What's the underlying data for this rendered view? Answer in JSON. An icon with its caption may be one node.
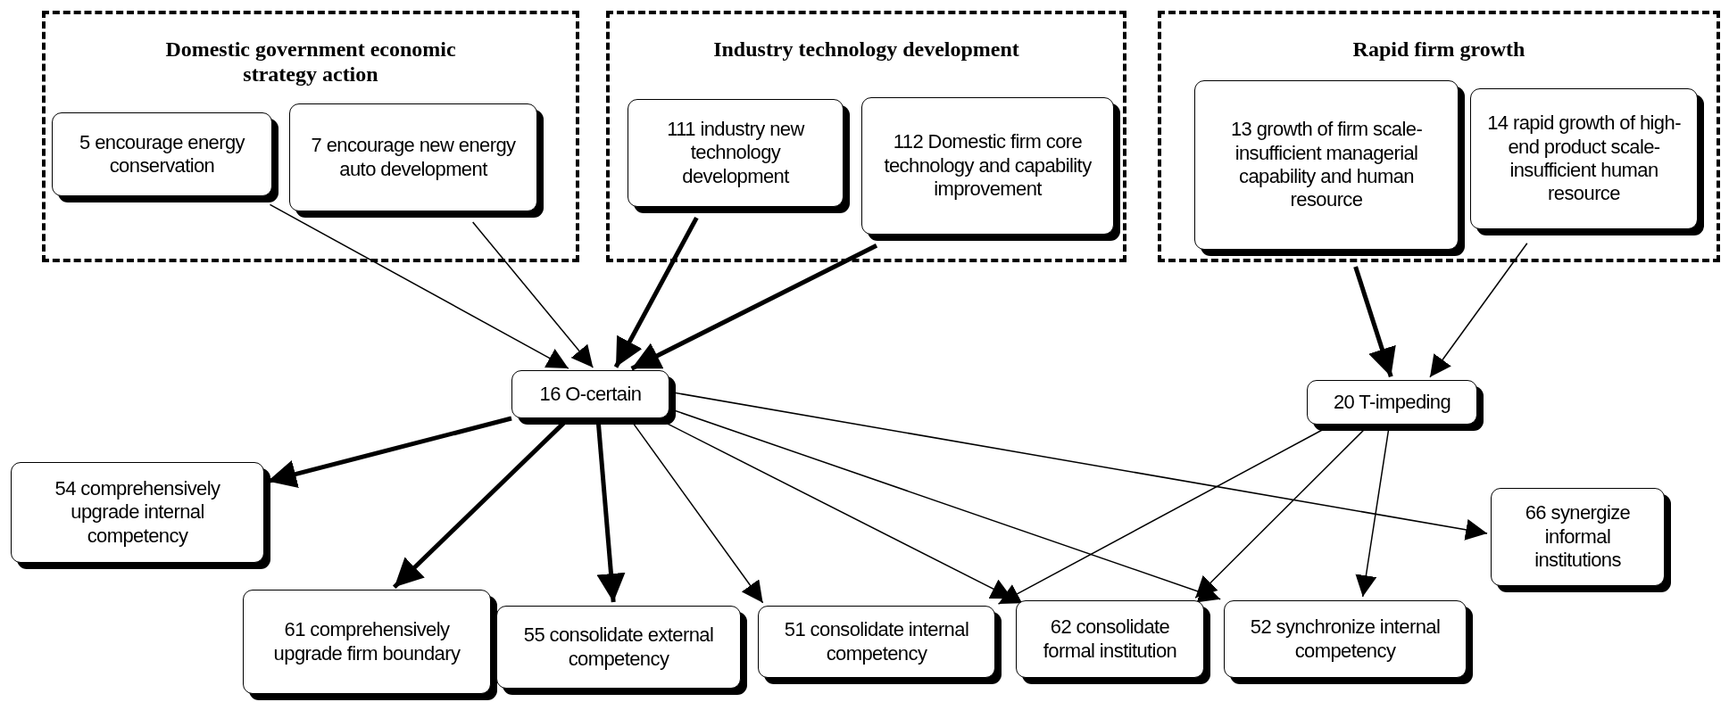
{
  "diagram": {
    "nodes": [
      {
        "text": [
          "Domestic government economic strategy action"
        ]
      },
      {
        "text": [
          "5 encourage energy conservation"
        ],
        "in": 0
      },
      {
        "text": [
          "7 encourage new energy auto development"
        ],
        "in": 0
      },
      {
        "text": [
          "Industry technology development"
        ]
      },
      {
        "text": [
          "111 industry new technology development"
        ],
        "in": 3
      },
      {
        "text": [
          "112 Domestic firm core technology and capability improvement"
        ],
        "in": 3
      },
      {
        "text": [
          "Rapid firm growth"
        ]
      },
      {
        "text": [
          "13 growth of firm scale-insufficient managerial capability and human resource"
        ],
        "in": 6
      },
      {
        "text": [
          "14 rapid growth of high-end product scale-insufficient human resource"
        ],
        "in": 6
      },
      {
        "text": [
          "16 O-certain"
        ]
      },
      {
        "text": [
          "20 T-impeding"
        ]
      },
      {
        "text": [
          "54 comprehensively upgrade internal competency"
        ]
      },
      {
        "text": [
          "66 synergize informal institutions"
        ]
      },
      {
        "text": [
          "61 comprehensively upgrade firm boundary"
        ]
      },
      {
        "text": [
          "55 consolidate external competency"
        ]
      },
      {
        "text": [
          "51 consolidate internal competency"
        ]
      },
      {
        "text": [
          "62 consolidate formal institution"
        ]
      },
      {
        "text": [
          "52 synchronize internal competency"
        ]
      }
    ],
    "edges": [
      {
        "from": 1,
        "to": 9,
        "arrow": "to"
      },
      {
        "from": 2,
        "to": 9,
        "arrow": "to"
      },
      {
        "from": 4,
        "to": 9,
        "arrow": "to",
        "style": "thick"
      },
      {
        "from": 5,
        "to": 9,
        "arrow": "to",
        "style": "thick"
      },
      {
        "from": 7,
        "to": 10,
        "arrow": "to",
        "style": "thick"
      },
      {
        "from": 8,
        "to": 10,
        "arrow": "to"
      },
      {
        "from": 9,
        "to": 11,
        "arrow": "to",
        "style": "thick"
      },
      {
        "from": 9,
        "to": 13,
        "arrow": "to",
        "style": "thick"
      },
      {
        "from": 9,
        "to": 14,
        "arrow": "to",
        "style": "thick"
      },
      {
        "from": 9,
        "to": 15,
        "arrow": "to"
      },
      {
        "from": 9,
        "to": 16,
        "arrow": "to"
      },
      {
        "from": 9,
        "to": 17,
        "arrow": "to"
      },
      {
        "from": 9,
        "to": 12,
        "arrow": "to"
      },
      {
        "from": 10,
        "to": 15,
        "arrow": "to"
      },
      {
        "from": 10,
        "to": 16,
        "arrow": "to"
      },
      {
        "from": 10,
        "to": 17,
        "arrow": "to"
      }
    ]
  }
}
